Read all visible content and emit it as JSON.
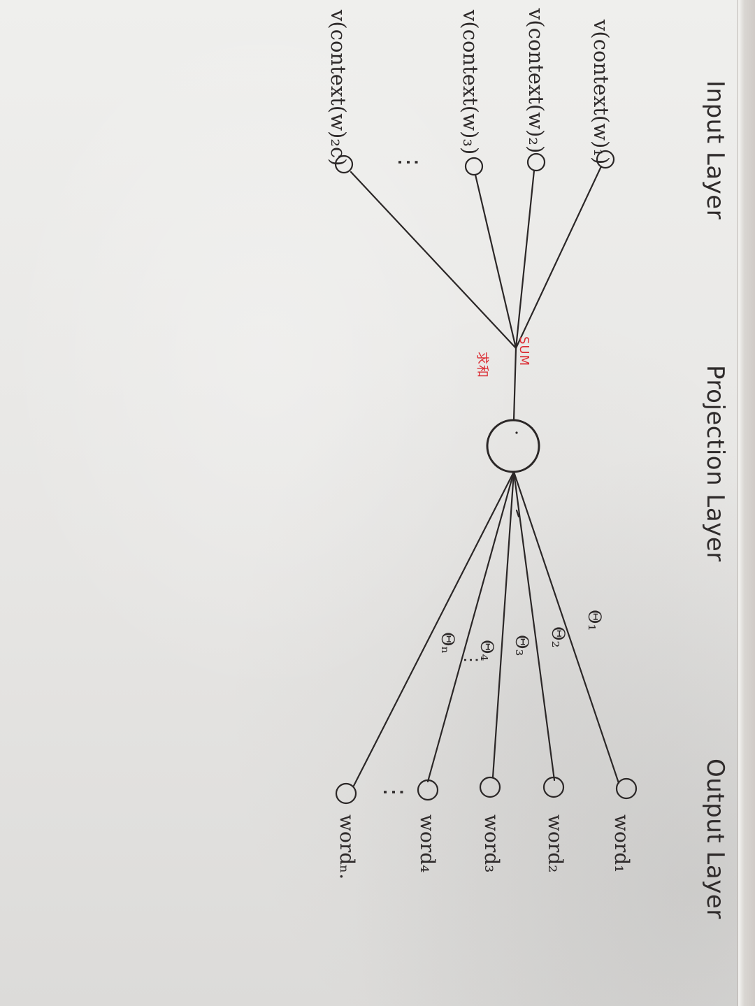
{
  "layers": {
    "input": "Input Layer",
    "projection": "Projection Layer",
    "output": "Output Layer"
  },
  "inputs": [
    "v(context(w)₁)",
    "v(context(w)₂)",
    "v(context(w)₃)",
    "v(context(w)₂c)"
  ],
  "inputs_ellipsis": "⋮",
  "sum": {
    "english": "SUM",
    "chinese": "求和"
  },
  "outputs": [
    "word₁",
    "word₂",
    "word₃",
    "word₄",
    "wordₙ."
  ],
  "outputs_ellipsis": "⋮",
  "thetas": [
    "Θ₁",
    "Θ₂",
    "Θ₃",
    "Θ₄",
    "Θₙ"
  ],
  "thetas_ellipsis": "⋮"
}
